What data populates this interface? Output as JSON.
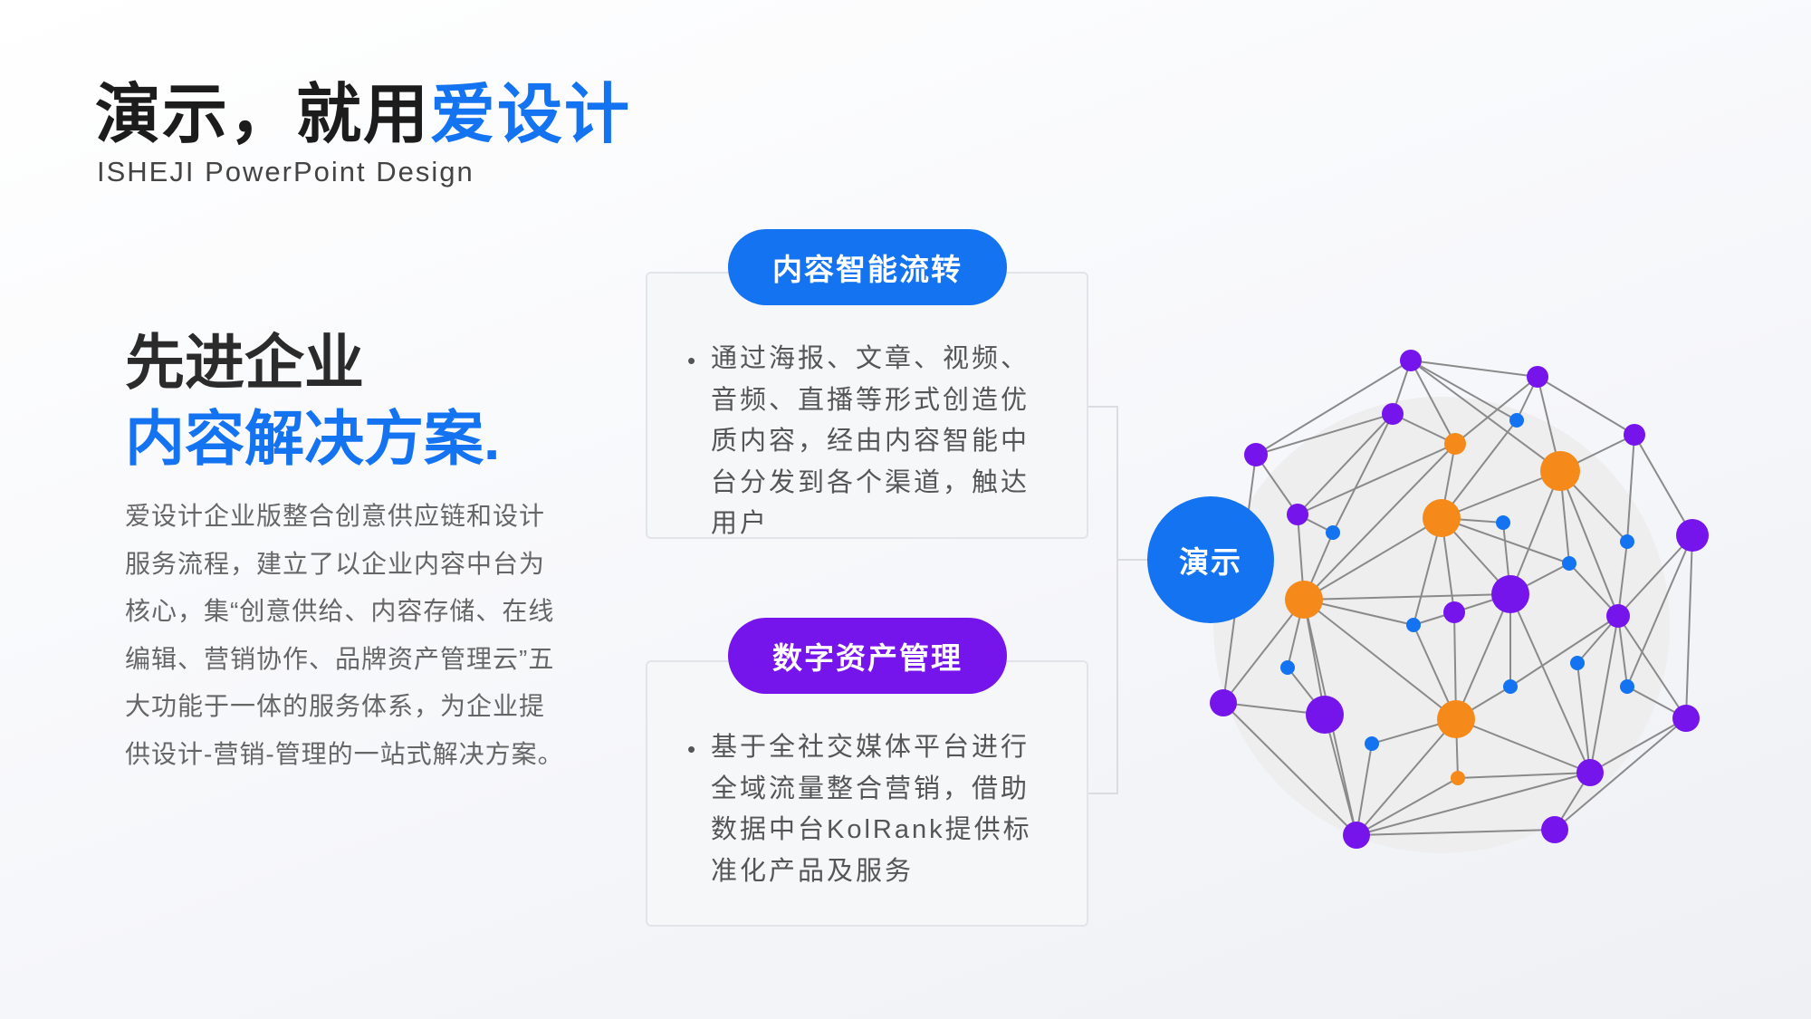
{
  "header": {
    "title_prefix": "演示，就用",
    "title_accent": "爱设计",
    "subtitle": "ISHEJI PowerPoint Design"
  },
  "intro": {
    "headline_line1": "先进企业",
    "headline_line2": "内容解决方案.",
    "description": "爱设计企业版整合创意供应链和设计服务流程，建立了以企业内容中台为核心，集“创意供给、内容存储、在线编辑、营销协作、品牌资产管理云”五大功能于一体的服务体系，为企业提供设计-营销-管理的一站式解决方案。"
  },
  "cards": [
    {
      "title": "内容智能流转",
      "bullet": "通过海报、文章、视频、音频、直播等形式创造优质内容，经由内容智能中台分发到各个渠道，触达用户"
    },
    {
      "title": "数字资产管理",
      "bullet": "基于全社交媒体平台进行全域流量整合营销，借助数据中台KolRank提供标准化产品及服务"
    }
  ],
  "hub": {
    "label": "演示"
  },
  "colors": {
    "blue": "#1473f0",
    "purple": "#7614ec",
    "orange": "#f5891a",
    "edge": "#8a8a8a"
  },
  "icons": {
    "bullet": "•"
  }
}
